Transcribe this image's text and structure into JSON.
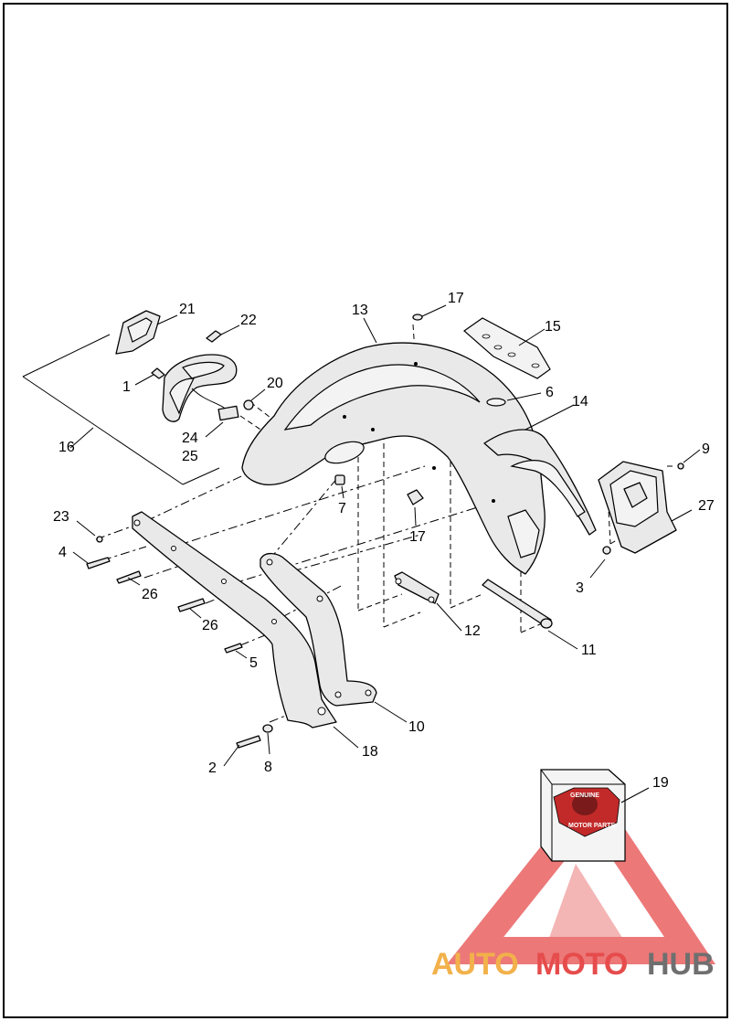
{
  "callouts": [
    "1",
    "2",
    "3",
    "4",
    "5",
    "6",
    "7",
    "8",
    "9",
    "10",
    "11",
    "12",
    "13",
    "14",
    "15",
    "16",
    "17",
    "17",
    "18",
    "19",
    "20",
    "21",
    "22",
    "23",
    "24",
    "25",
    "26",
    "26",
    "27"
  ],
  "badge": {
    "top": "GENUINE",
    "bottom": "MOTOR PARTS"
  },
  "watermark": {
    "part1": "AUTO",
    "part2": "MOTO",
    "part3": "HUB"
  },
  "colors": {
    "watermark_red": "#e64c4c",
    "watermark_orange": "#f2b14a",
    "watermark_gray": "#6f6f6f",
    "line": "#000000"
  }
}
